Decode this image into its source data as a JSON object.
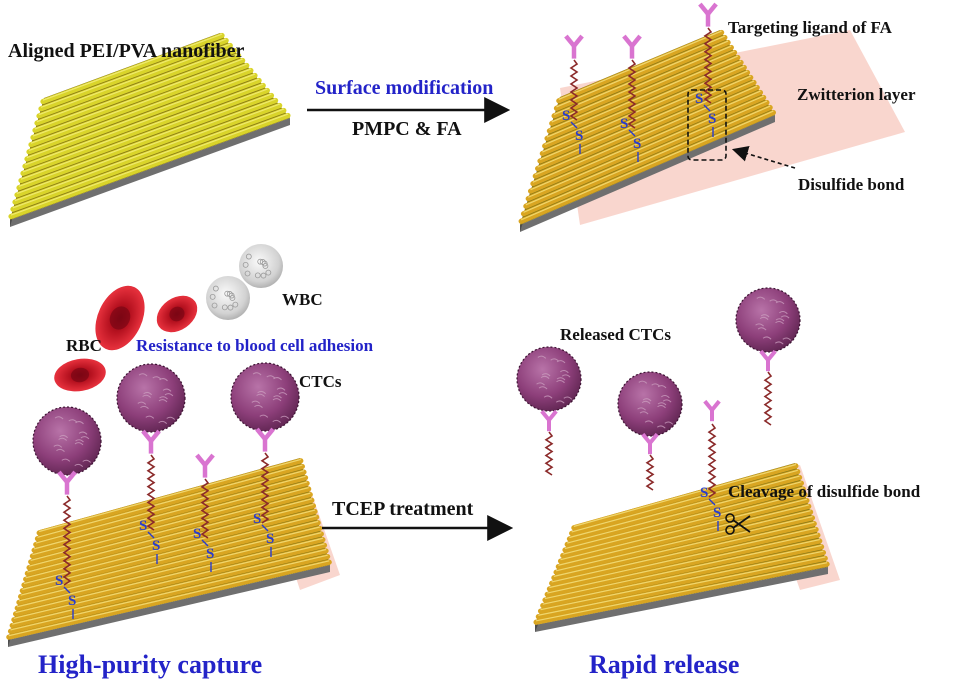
{
  "title": "Aligned PEI/PVA nanofiber",
  "step1": {
    "upper": "Surface modification",
    "lower": "PMPC & FA"
  },
  "step2": {
    "upper": "TCEP treatment"
  },
  "labels": {
    "targeting_ligand": "Targeting ligand of FA",
    "zwitterion_layer": "Zwitterion layer",
    "disulfide_bond": "Disulfide bond",
    "wbc": "WBC",
    "rbc": "RBC",
    "resistance": "Resistance to blood cell adhesion",
    "ctcs": "CTCs",
    "released_ctcs": "Released CTCs",
    "cleavage": "Cleavage of disulfide bond"
  },
  "sulfur": "S",
  "captions": {
    "capture": "High-purity capture",
    "release": "Rapid release"
  },
  "colors": {
    "fiber_plain": "#d9d42a",
    "fiber_modified": "#d9a521",
    "substrate": "#6f6f6f",
    "zwitterion": "#f7c8bd",
    "ligand": "#d974d0",
    "chain": "#8b2a2a",
    "sulfur": "#2a3ccd",
    "ctc": "#8d3f7a",
    "rbc": "#d0182a",
    "wbc": "#d0d0d0",
    "accent_text": "#2323c8"
  }
}
